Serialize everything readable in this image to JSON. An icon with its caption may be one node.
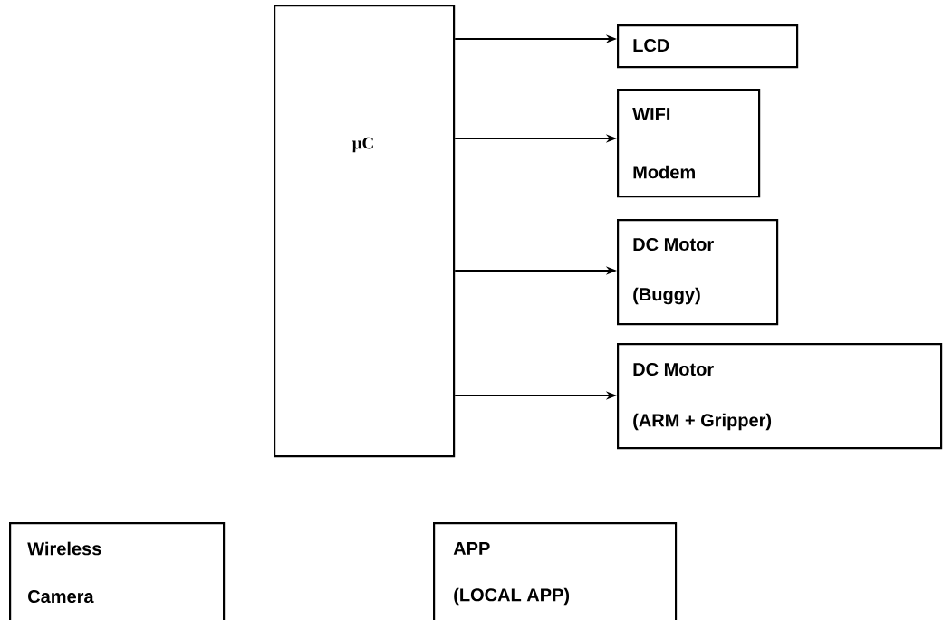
{
  "diagram": {
    "nodes": [
      {
        "text": [
          "μC"
        ]
      },
      {
        "text": [
          "LCD"
        ]
      },
      {
        "text": [
          "WIFI",
          "Modem"
        ]
      },
      {
        "text": [
          "DC Motor",
          "(Buggy)"
        ]
      },
      {
        "text": [
          "DC Motor",
          "(ARM + Gripper)"
        ]
      },
      {
        "text": [
          "Wireless",
          "Camera"
        ]
      },
      {
        "text": [
          "APP",
          "(LOCAL APP)"
        ]
      }
    ],
    "edges": [
      {
        "from": 0,
        "to": 1,
        "arrow": "to"
      },
      {
        "from": 0,
        "to": 2,
        "arrow": "to"
      },
      {
        "from": 0,
        "to": 3,
        "arrow": "to"
      },
      {
        "from": 0,
        "to": 4,
        "arrow": "to"
      }
    ]
  }
}
